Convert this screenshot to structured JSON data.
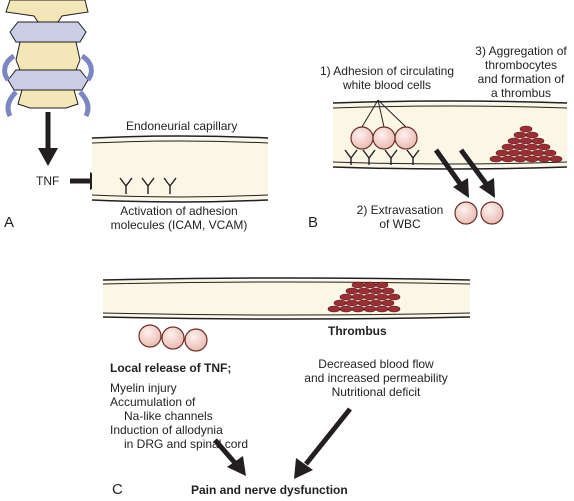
{
  "colors": {
    "ink": "#231f20",
    "vessel_fill": "#fbf7e6",
    "wbc_fill": "#f4d5cf",
    "wbc_stroke": "#6b2f2a",
    "rbc_fill": "#9a2f35",
    "rbc_stroke": "#5a1318",
    "bone": "#f3e6b8",
    "disc": "#c9cde6"
  },
  "panel_a": {
    "letter": "A",
    "vessel_label": "Endoneurial capillary",
    "tnf_label": "TNF",
    "activation_label": [
      "Activation of adhesion",
      "molecules (ICAM, VCAM)"
    ]
  },
  "panel_b": {
    "letter": "B",
    "step1": [
      "1)  Adhesion of circulating",
      "white blood cells"
    ],
    "step2": [
      "2)  Extravasation",
      "of WBC"
    ],
    "step3": [
      "3)  Aggregation of",
      "thrombocytes",
      "and formation of",
      "a thrombus"
    ]
  },
  "panel_c": {
    "letter": "C",
    "thrombus_label": "Thrombus",
    "local_release_title": "Local release of TNF;",
    "effects": [
      "Myelin injury",
      "Accumulation of",
      "Na-like channels",
      "Induction of allodynia",
      "in DRG and spinal cord"
    ],
    "flow_effects": [
      "Decreased blood flow",
      "and increased permeability",
      "Nutritional deficit"
    ],
    "outcome": "Pain and nerve dysfunction"
  }
}
